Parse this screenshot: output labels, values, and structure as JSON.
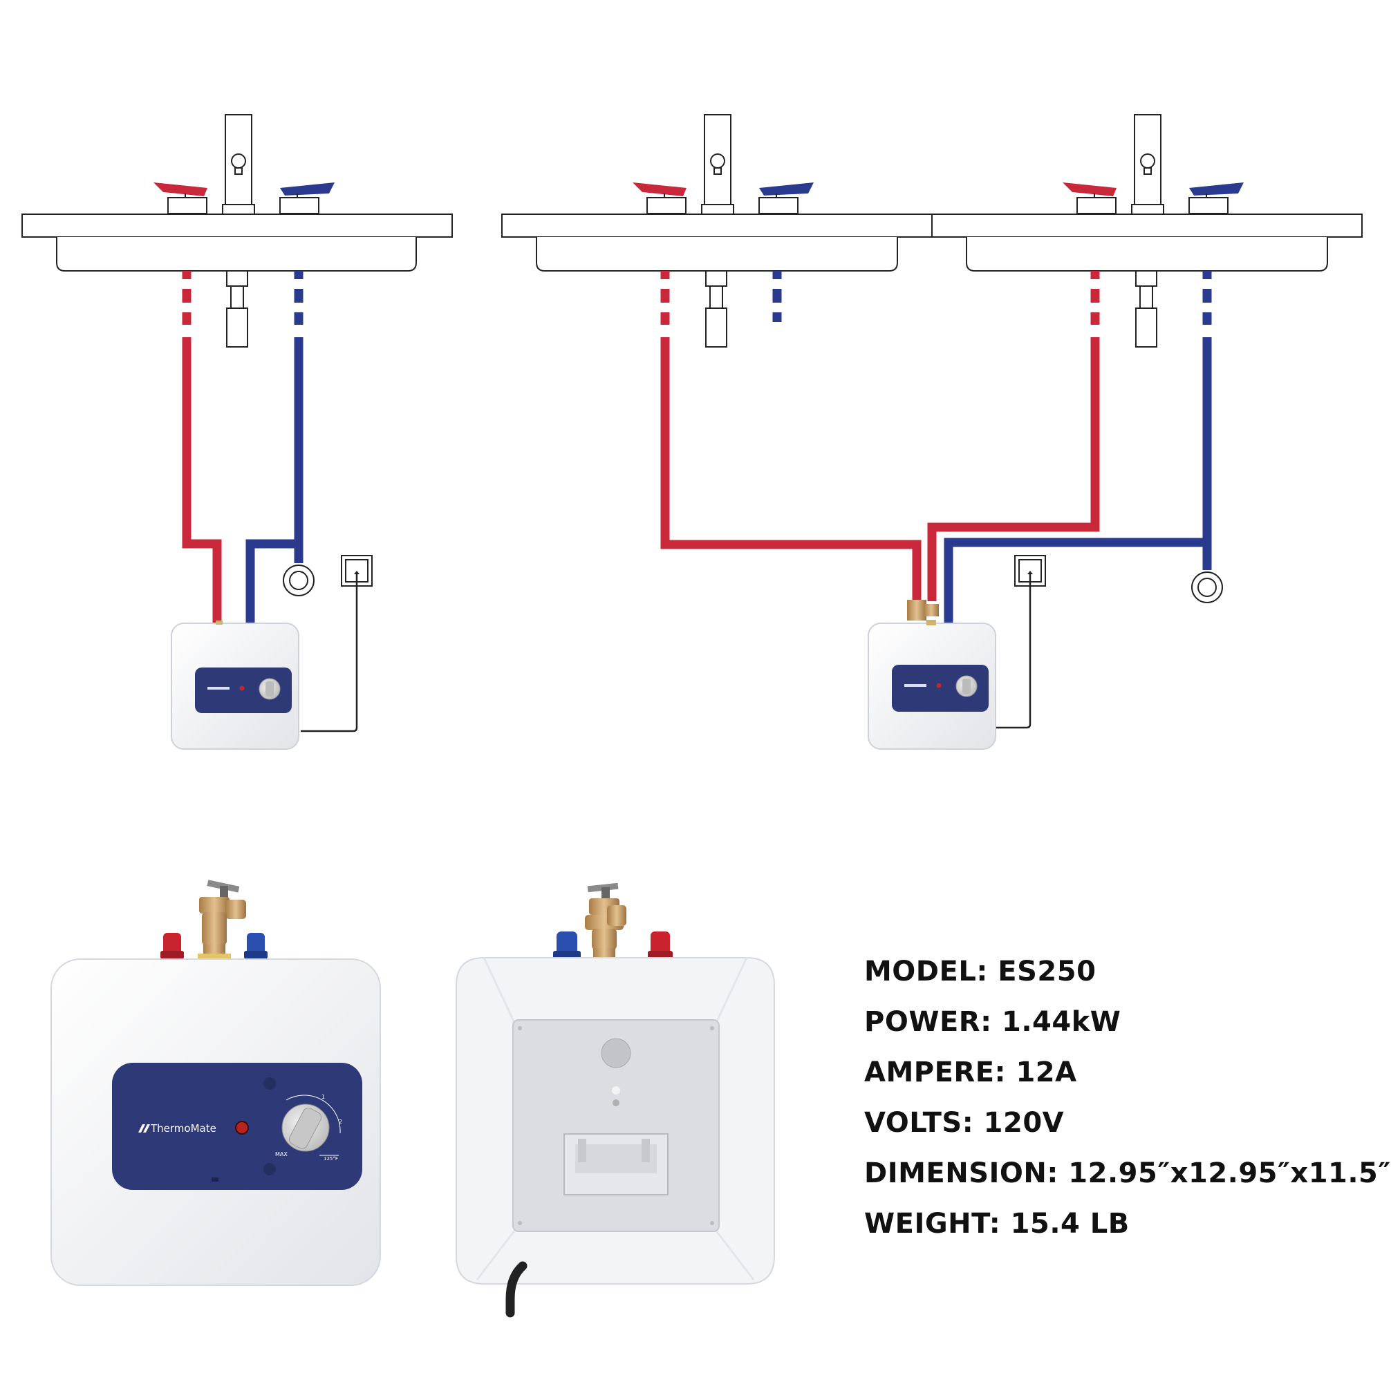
{
  "brand": {
    "name": "ThermoMate",
    "panel_color": "#2e3a78",
    "hot_color": "#c8283a",
    "cold_color": "#2a3a8f",
    "brass_color": "#c9a46a"
  },
  "heater_front": {
    "dial_labels": [
      "1",
      "2",
      "MAX",
      "125°F"
    ]
  },
  "icons": [
    "faucet-icon",
    "hot-handle-icon",
    "cold-handle-icon",
    "power-outlet-icon",
    "valve-icon",
    "relief-valve-icon",
    "power-cord-icon"
  ],
  "specs": [
    {
      "label": "MODEL:",
      "value": "ES250"
    },
    {
      "label": "POWER:",
      "value": "1.44kW"
    },
    {
      "label": "AMPERE:",
      "value": "12A"
    },
    {
      "label": "VOLTS:",
      "value": "120V"
    },
    {
      "label": "DIMENSION:",
      "value": "12.95″x12.95″x11.5″"
    },
    {
      "label": "WEIGHT:",
      "value": "15.4 LB"
    }
  ]
}
